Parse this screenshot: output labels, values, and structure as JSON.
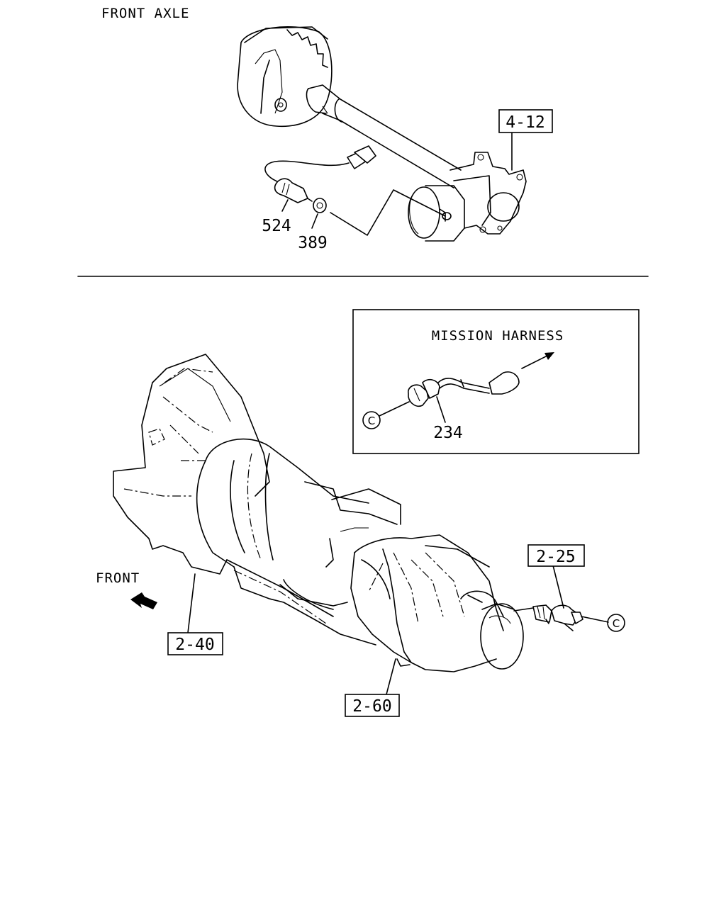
{
  "sections": {
    "front_axle_title": "FRONT AXLE",
    "mission_harness_title": "MISSION HARNESS",
    "front_arrow_label": "FRONT"
  },
  "callouts": {
    "ref_4_12": "4-12",
    "ref_2_25": "2-25",
    "ref_2_40": "2-40",
    "ref_2_60": "2-60",
    "part_524": "524",
    "part_389": "389",
    "part_234": "234"
  },
  "connector_marks": {
    "c_inset": "C",
    "c_transfer": "C"
  }
}
